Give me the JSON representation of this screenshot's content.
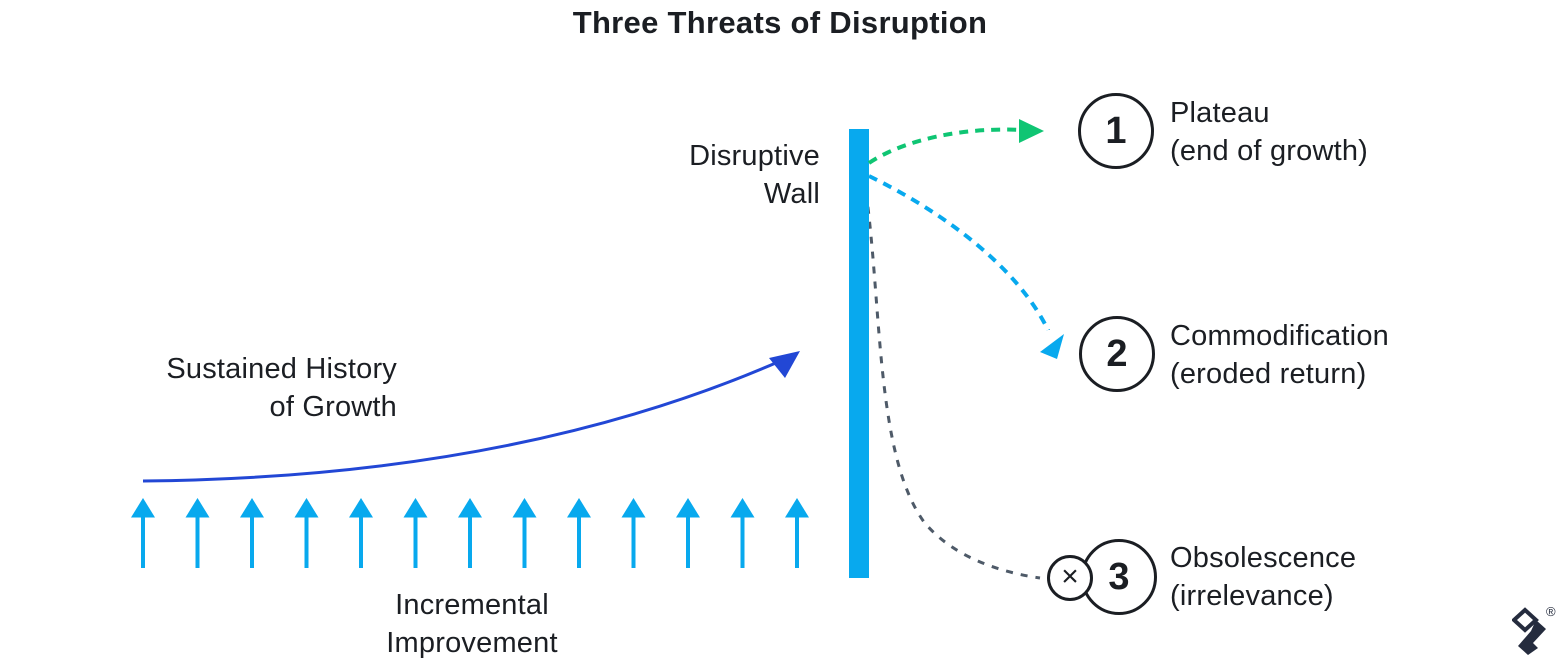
{
  "title": "Three Threats of Disruption",
  "growth": {
    "label_line1": "Sustained History",
    "label_line2": "of Growth"
  },
  "incremental": {
    "label_line1": "Incremental",
    "label_line2": "Improvement",
    "arrow_count": 13
  },
  "wall": {
    "label_line1": "Disruptive",
    "label_line2": "Wall"
  },
  "threats": [
    {
      "number": "1",
      "name": "Plateau",
      "detail": "(end of growth)"
    },
    {
      "number": "2",
      "name": "Commodification",
      "detail": "(eroded return)"
    },
    {
      "number": "3",
      "name": "Obsolescence",
      "detail": "(irrelevance)",
      "marker": "×"
    }
  ],
  "logo": {
    "registered_mark": "®"
  },
  "colors": {
    "ink": "#1b1e23",
    "cyan": "#08a9ee",
    "green": "#0fc573",
    "royal_blue": "#2247d5",
    "slate_dash": "#4e5a68",
    "logo_navy": "#252c3e"
  }
}
